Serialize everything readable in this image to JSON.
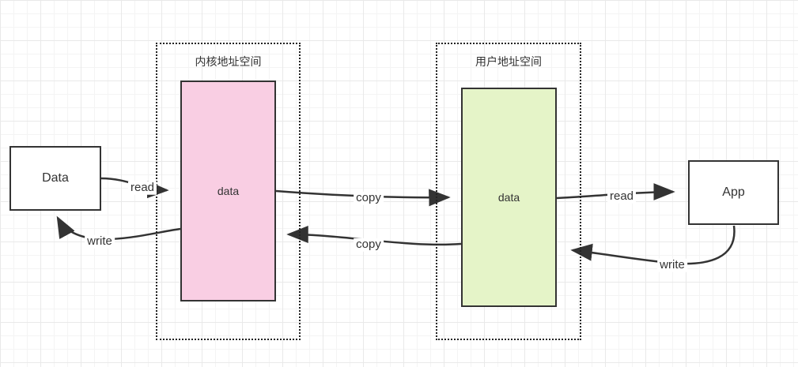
{
  "diagram": {
    "nodes": {
      "data_source": {
        "label": "Data"
      },
      "app": {
        "label": "App"
      },
      "kernel_space": {
        "title": "内核地址空间",
        "buffer": {
          "label": "data",
          "fill": "#f9cee3"
        }
      },
      "user_space": {
        "title": "用户地址空间",
        "buffer": {
          "label": "data",
          "fill": "#e5f4c8"
        }
      }
    },
    "edges": {
      "read_left": {
        "label": "read"
      },
      "write_left": {
        "label": "write"
      },
      "copy_to_user": {
        "label": "copy"
      },
      "copy_to_kernel": {
        "label": "copy"
      },
      "read_right": {
        "label": "read"
      },
      "write_right": {
        "label": "write"
      }
    },
    "colors": {
      "stroke": "#333333",
      "kernel_buffer_fill": "#f9cee3",
      "user_buffer_fill": "#e5f4c8",
      "grid_minor": "#f4f4f4",
      "grid_major": "#e9e9e9"
    }
  }
}
